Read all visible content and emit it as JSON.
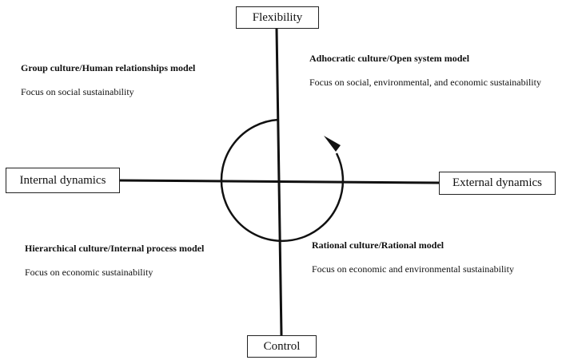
{
  "axes": {
    "top": "Flexibility",
    "bottom": "Control",
    "left": "Internal dynamics",
    "right": "External dynamics"
  },
  "quadrants": {
    "top_left": {
      "title": "Group culture/Human relationships model",
      "description": "Focus on social sustainability"
    },
    "top_right": {
      "title": "Adhocratic culture/Open system model",
      "description": "Focus on social, environmental, and economic sustainability"
    },
    "bottom_left": {
      "title": "Hierarchical culture/Internal process model",
      "description": "Focus on economic sustainability"
    },
    "bottom_right": {
      "title": "Rational culture/Rational model",
      "description": "Focus on economic and environmental sustainability"
    }
  },
  "colors": {
    "line": "#111111"
  }
}
